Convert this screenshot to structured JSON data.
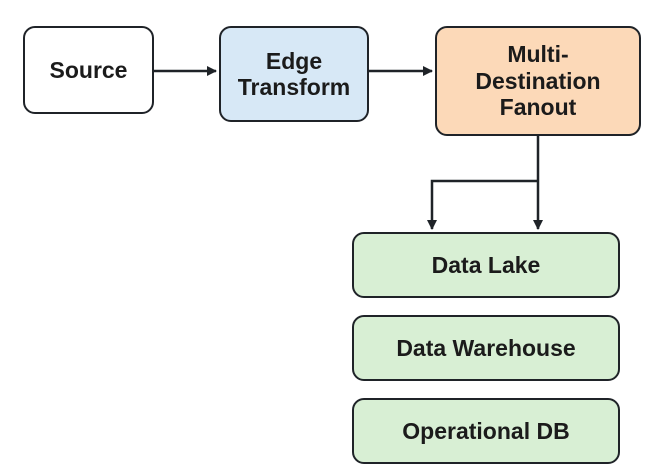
{
  "nodes": {
    "source": {
      "label": "Source",
      "fill": "#ffffff"
    },
    "edge_transform": {
      "label": "Edge\nTransform",
      "fill": "#d7e8f6"
    },
    "fanout": {
      "label": "Multi-\nDestination\nFanout",
      "fill": "#fcd9b8"
    },
    "data_lake": {
      "label": "Data Lake",
      "fill": "#d8efd4"
    },
    "data_warehouse": {
      "label": "Data Warehouse",
      "fill": "#d8efd4"
    },
    "operational_db": {
      "label": "Operational DB",
      "fill": "#d8efd4"
    }
  },
  "edges": [
    {
      "from": "source",
      "to": "edge_transform"
    },
    {
      "from": "edge_transform",
      "to": "fanout"
    },
    {
      "from": "fanout",
      "to": "data_lake"
    },
    {
      "from": "fanout",
      "to": "data_lake"
    }
  ],
  "colors": {
    "stroke": "#1f2328",
    "text": "#1b1b1b"
  }
}
